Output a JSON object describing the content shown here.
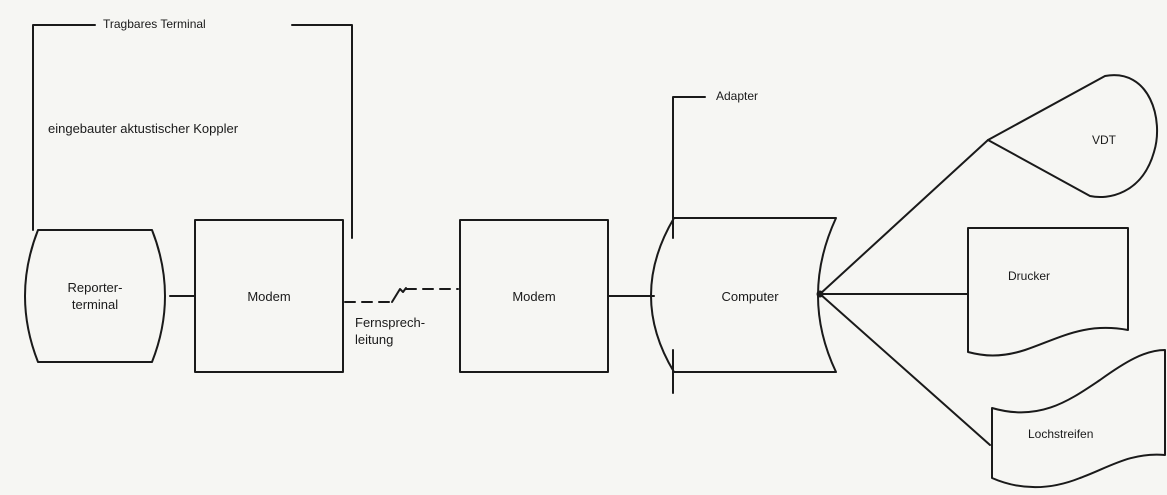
{
  "labels": {
    "portable_terminal": "Tragbares Terminal",
    "built_in_coupler": "eingebauter aktustischer Koppler",
    "reporter_terminal_line1": "Reporter-",
    "reporter_terminal_line2": "terminal",
    "modem_left": "Modem",
    "phone_line_line1": "Fernsprech-",
    "phone_line_line2": "leitung",
    "modem_right": "Modem",
    "adapter": "Adapter",
    "computer": "Computer",
    "vdt": "VDT",
    "printer": "Drucker",
    "paper_tape": "Lochstreifen"
  },
  "colors": {
    "line": "#1a1a1a",
    "background": "#f6f6f3"
  }
}
